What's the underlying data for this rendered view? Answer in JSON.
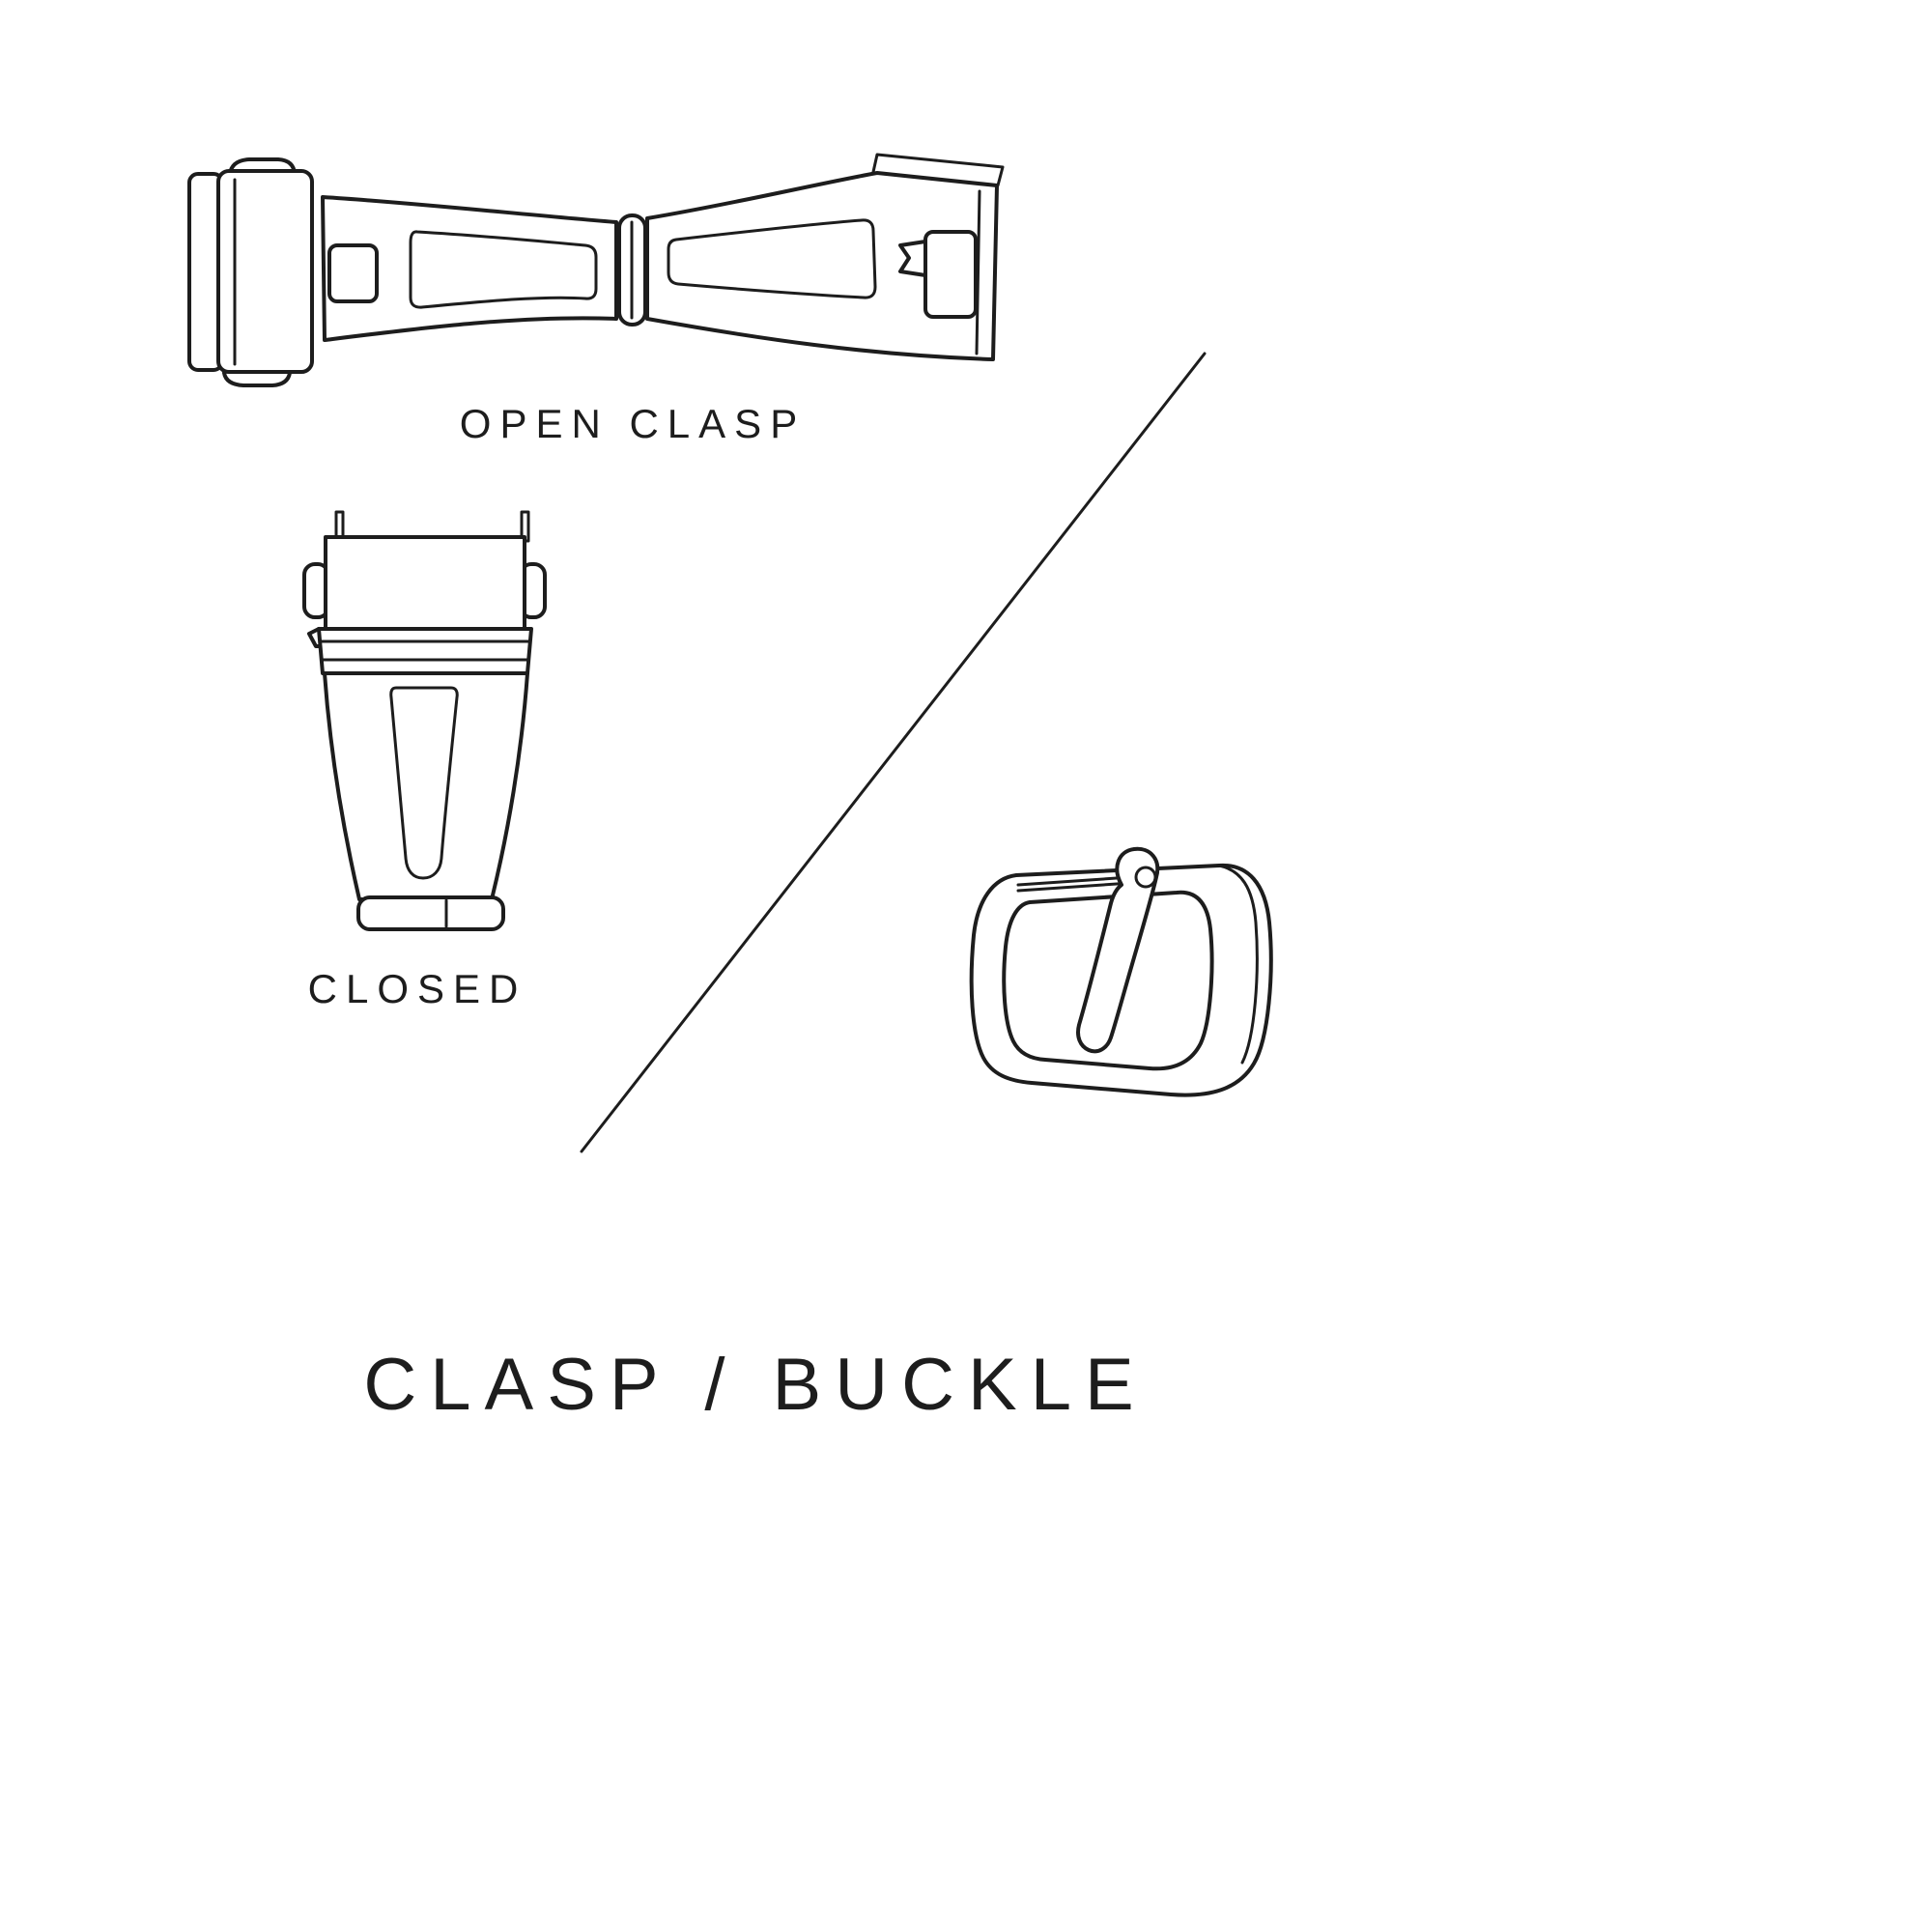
{
  "title": "CLASP / BUCKLE",
  "labels": {
    "open_clasp": "OPEN CLASP",
    "closed": "CLOSED"
  },
  "colors": {
    "ink": "#1d1d1d",
    "background": "#ffffff"
  },
  "illustrations": [
    {
      "name": "open-clasp-illustration"
    },
    {
      "name": "closed-clasp-illustration"
    },
    {
      "name": "buckle-illustration"
    },
    {
      "name": "divider-line"
    }
  ]
}
